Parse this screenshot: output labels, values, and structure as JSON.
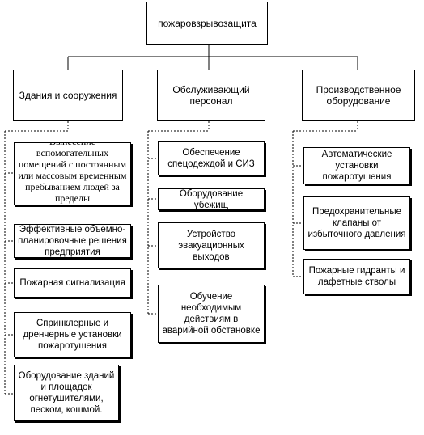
{
  "root": "пожаровзрывозащита",
  "columns": [
    {
      "title": "Здания и сооружения",
      "items": [
        "Вынесение вспомогательных помещений с постоянным или массовым временным пребыванием людей за пределы производственных площадок",
        "Эффективные объемно-планировочные решения предприятия",
        "Пожарная сигнализация",
        "Спринклерные и дренчерные установки пожаротушения",
        "Оборудование зданий и площадок огнетушителями, песком, кошмой."
      ]
    },
    {
      "title": "Обслуживающий персонал",
      "items": [
        "Обеспечение спецодеждой и СИЗ",
        "Оборудование убежищ",
        "Устройство эвакуационных выходов",
        "Обучение необходимым действиям в аварийной обстановке"
      ]
    },
    {
      "title": "Производственное оборудование",
      "items": [
        "Автоматические установки пожаротушения",
        "Предохранительные клапаны от избыточного давления",
        "Пожарные гидранты и лафетные стволы"
      ]
    }
  ]
}
